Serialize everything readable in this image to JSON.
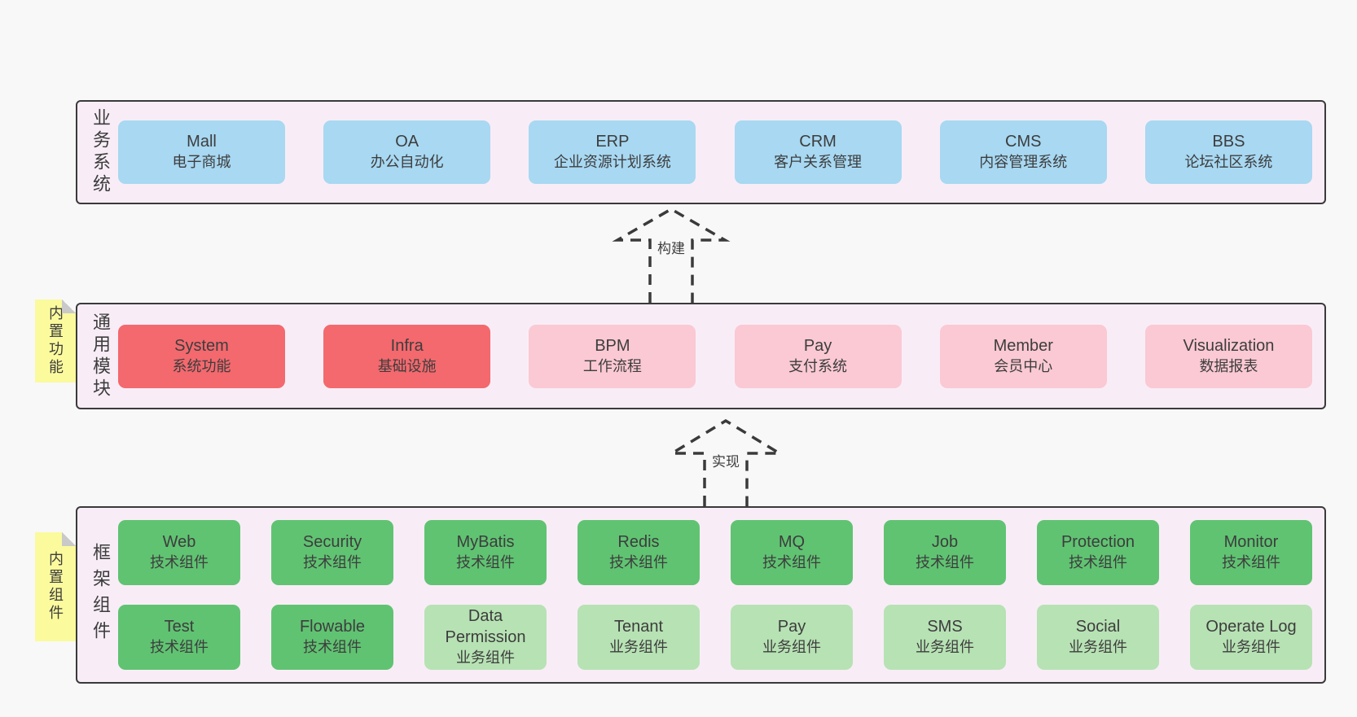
{
  "colors": {
    "bg": "#f8f8f8",
    "panel": "#f8edf6",
    "panel-border": "#3a3a3a",
    "blue": "#a8d8f2",
    "red": "#f3696e",
    "pink": "#fac9d3",
    "green": "#60c372",
    "green-light": "#b7e2b4",
    "yellow": "#fbfa9d",
    "fold": "#c9c9c9",
    "text": "#3d3d3d",
    "dash": "#3a3a3a"
  },
  "layers": {
    "business": {
      "side_label": "业务系统",
      "boxes": [
        {
          "en": "Mall",
          "zh": "电子商城",
          "variant": "blue"
        },
        {
          "en": "OA",
          "zh": "办公自动化",
          "variant": "blue"
        },
        {
          "en": "ERP",
          "zh": "企业资源计划系统",
          "variant": "blue"
        },
        {
          "en": "CRM",
          "zh": "客户关系管理",
          "variant": "blue"
        },
        {
          "en": "CMS",
          "zh": "内容管理系统",
          "variant": "blue"
        },
        {
          "en": "BBS",
          "zh": "论坛社区系统",
          "variant": "blue"
        }
      ]
    },
    "modules": {
      "side_label": "通用模块",
      "sticky_note": "内置功能",
      "boxes": [
        {
          "en": "System",
          "zh": "系统功能",
          "variant": "red"
        },
        {
          "en": "Infra",
          "zh": "基础设施",
          "variant": "red"
        },
        {
          "en": "BPM",
          "zh": "工作流程",
          "variant": "pink"
        },
        {
          "en": "Pay",
          "zh": "支付系统",
          "variant": "pink"
        },
        {
          "en": "Member",
          "zh": "会员中心",
          "variant": "pink"
        },
        {
          "en": "Visualization",
          "zh": "数据报表",
          "variant": "pink"
        }
      ]
    },
    "components": {
      "side_label": "框架组件",
      "sticky_note": "内置组件",
      "row1": [
        {
          "en": "Web",
          "zh": "技术组件",
          "variant": "green"
        },
        {
          "en": "Security",
          "zh": "技术组件",
          "variant": "green"
        },
        {
          "en": "MyBatis",
          "zh": "技术组件",
          "variant": "green"
        },
        {
          "en": "Redis",
          "zh": "技术组件",
          "variant": "green"
        },
        {
          "en": "MQ",
          "zh": "技术组件",
          "variant": "green"
        },
        {
          "en": "Job",
          "zh": "技术组件",
          "variant": "green"
        },
        {
          "en": "Protection",
          "zh": "技术组件",
          "variant": "green"
        },
        {
          "en": "Monitor",
          "zh": "技术组件",
          "variant": "green"
        }
      ],
      "row2": [
        {
          "en": "Test",
          "zh": "技术组件",
          "variant": "green"
        },
        {
          "en": "Flowable",
          "zh": "技术组件",
          "variant": "green"
        },
        {
          "en": "Data Permission",
          "zh": "业务组件",
          "variant": "lightgreen"
        },
        {
          "en": "Tenant",
          "zh": "业务组件",
          "variant": "lightgreen"
        },
        {
          "en": "Pay",
          "zh": "业务组件",
          "variant": "lightgreen"
        },
        {
          "en": "SMS",
          "zh": "业务组件",
          "variant": "lightgreen"
        },
        {
          "en": "Social",
          "zh": "业务组件",
          "variant": "lightgreen"
        },
        {
          "en": "Operate Log",
          "zh": "业务组件",
          "variant": "lightgreen"
        }
      ]
    }
  },
  "arrows": [
    {
      "label": "构建"
    },
    {
      "label": "实现"
    }
  ]
}
